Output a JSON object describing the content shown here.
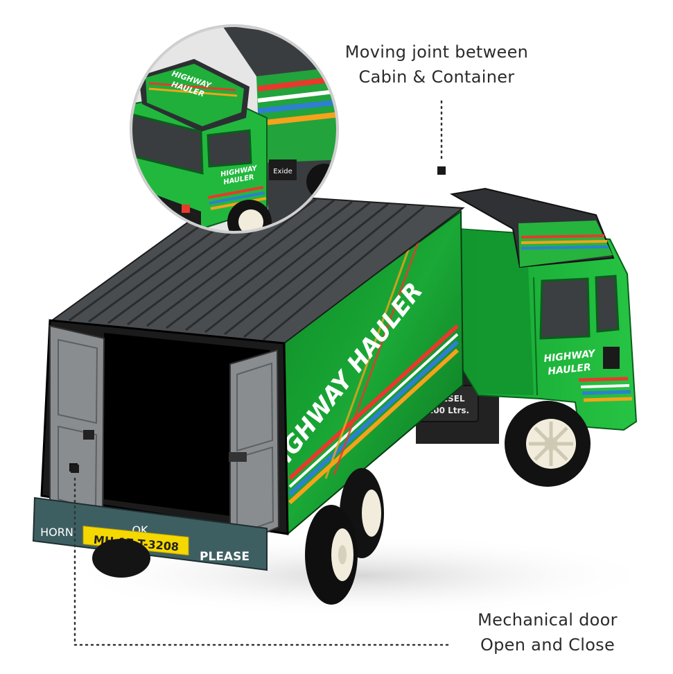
{
  "annotations": {
    "joint_line1": "Moving joint between",
    "joint_line2": "Cabin & Container",
    "door_line1": "Mechanical door",
    "door_line2": "Open and Close"
  },
  "truck": {
    "brand_side": "HIGHWAY HAULER",
    "brand_cab_line1": "HIGHWAY",
    "brand_cab_line2": "HAULER",
    "fuel_line1": "DIESEL",
    "fuel_line2": "100 Ltrs.",
    "plate": "MH-17  T-3208",
    "bumper_left": "HORN",
    "bumper_middle": "OK",
    "bumper_right": "PLEASE",
    "battery_label": "Exide"
  },
  "colors": {
    "body_green": "#1fb83a",
    "dark_green": "#0c7a22",
    "roof_gray": "#4a4d50",
    "bumper_teal": "#3e5f62",
    "plate_yellow": "#f5d800",
    "stripe_red": "#e8392c",
    "stripe_orange": "#f6a21c",
    "stripe_blue": "#2e7fd0"
  }
}
